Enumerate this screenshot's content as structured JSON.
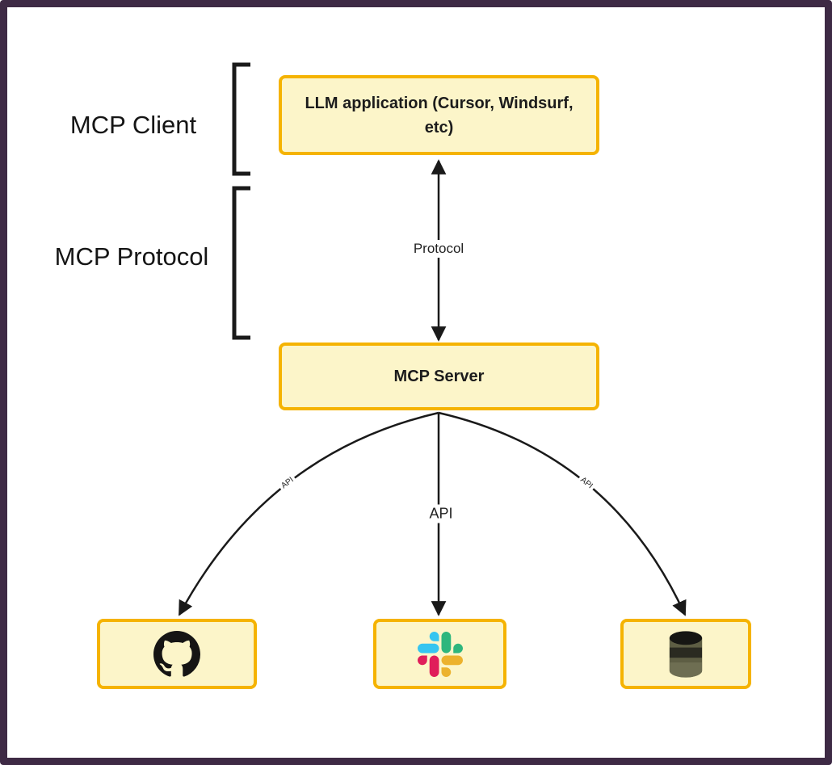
{
  "diagram": {
    "side_labels": {
      "client": "MCP Client",
      "protocol": "MCP Protocol"
    },
    "nodes": {
      "llm_app": {
        "label": "LLM application (Cursor, Windsurf, etc)"
      },
      "mcp_server": {
        "label": "MCP Server"
      },
      "github": {
        "icon": "github-icon"
      },
      "slack": {
        "icon": "slack-icon"
      },
      "database": {
        "icon": "database-icon"
      }
    },
    "edges": {
      "protocol": {
        "label": "Protocol"
      },
      "api_left": {
        "label": "API"
      },
      "api_middle": {
        "label": "API"
      },
      "api_right": {
        "label": "API"
      }
    },
    "colors": {
      "frame": "#3E2A45",
      "node_fill": "#FCF5C9",
      "node_border": "#F5B301",
      "line": "#1A1A1A",
      "slack_blue": "#36C5F0",
      "slack_green": "#2EB67D",
      "slack_yellow": "#ECB22E",
      "slack_red": "#E01E5A"
    }
  }
}
